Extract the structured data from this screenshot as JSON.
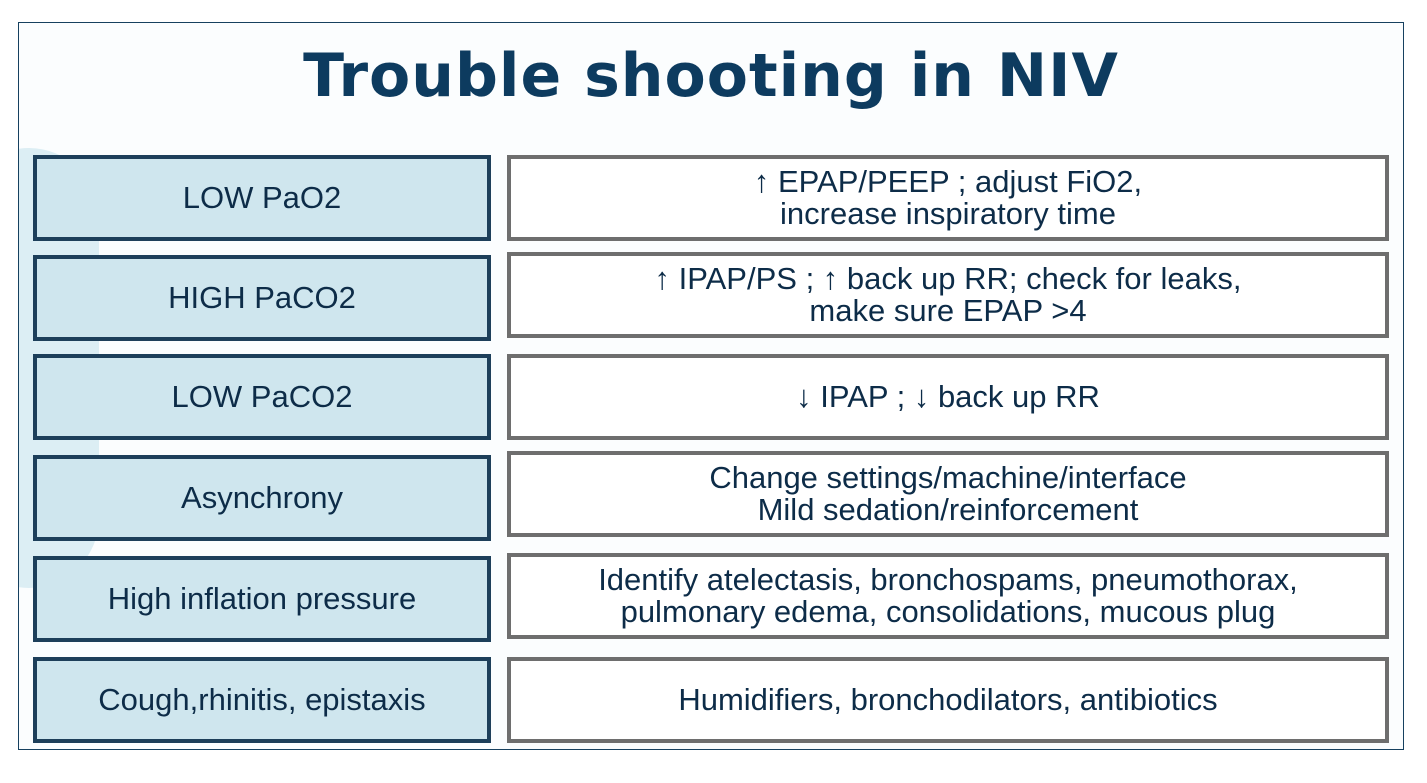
{
  "title": "Trouble shooting in NIV",
  "rows": [
    {
      "problem": "LOW PaO2",
      "solution": [
        "↑ EPAP/PEEP ; adjust FiO2,",
        "increase inspiratory time"
      ]
    },
    {
      "problem": "HIGH PaCO2",
      "solution": [
        "↑ IPAP/PS ; ↑ back up RR; check for leaks,",
        "make sure EPAP >4"
      ]
    },
    {
      "problem": "LOW PaCO2",
      "solution": [
        "↓ IPAP ; ↓ back up RR"
      ]
    },
    {
      "problem": "Asynchrony",
      "solution": [
        "Change settings/machine/interface",
        "Mild sedation/reinforcement"
      ]
    },
    {
      "problem": "High inflation pressure",
      "solution": [
        "Identify atelectasis, bronchospams, pneumothorax,",
        "pulmonary edema, consolidations, mucous plug"
      ]
    },
    {
      "problem": "Cough,rhinitis, epistaxis",
      "solution": [
        "Humidifiers, bronchodilators, antibiotics"
      ]
    }
  ]
}
